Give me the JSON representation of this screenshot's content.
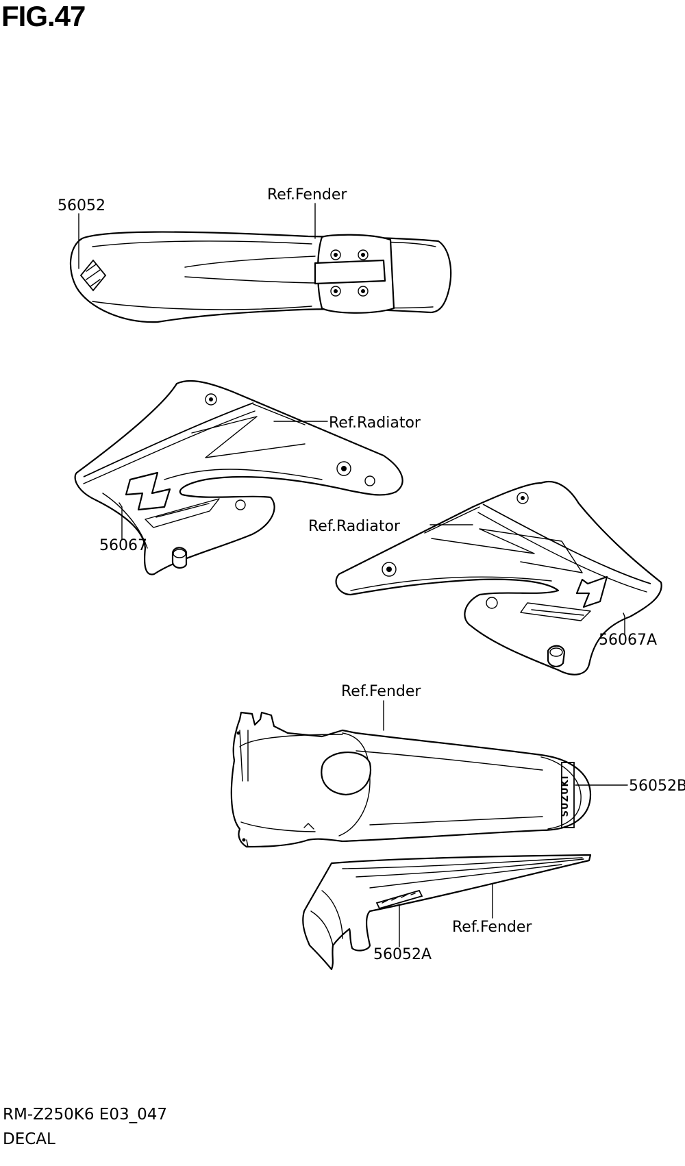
{
  "figure": {
    "title": "FIG.47"
  },
  "callouts": {
    "front_fender_decal": "56052",
    "front_fender_ref": "Ref.Fender",
    "radiator_left_ref": "Ref.Radiator",
    "radiator_left_decal": "56067",
    "radiator_right_ref": "Ref.Radiator",
    "radiator_right_decal": "56067A",
    "rear_fender_ref": "Ref.Fender",
    "rear_fender_decal": "56052B",
    "side_fender_decal": "56052A",
    "side_fender_ref": "Ref.Fender"
  },
  "decal_texts": {
    "rear_logo": "SUZUKI"
  },
  "footer": {
    "model_code": "RM-Z250K6 E03_047",
    "section_name": "DECAL"
  }
}
